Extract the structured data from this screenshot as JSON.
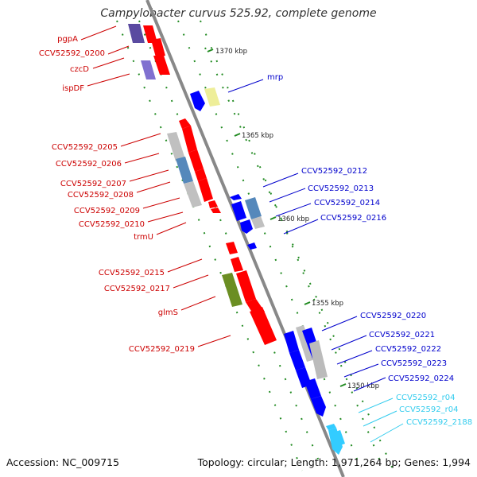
{
  "title": "Campylobacter curvus 525.92, complete genome",
  "footer": {
    "accession": "Accession: NC_009715",
    "summary": "Topology: circular; Length: 1,971,264 bp; Genes: 1,994"
  },
  "colors": {
    "backbone": "#888888",
    "minus_strand_gene": "#ff0000",
    "plus_strand_gene": "#0000ff",
    "rna": "#33ccff",
    "left_label": "#cc0000",
    "right_label": "#0000cc",
    "rna_label": "#33ccee",
    "tick": "#228b22"
  },
  "ruler": {
    "ticks": [
      "1370 kbp",
      "1365 kbp",
      "1360 kbp",
      "1355 kbp",
      "1350 kbp"
    ]
  },
  "left_labels": [
    "pgpA",
    "CCV52592_0200",
    "czcD",
    "ispDF",
    "CCV52592_0205",
    "CCV52592_0206",
    "CCV52592_0207",
    "CCV52592_0208",
    "CCV52592_0209",
    "CCV52592_0210",
    "trmU",
    "CCV52592_0215",
    "CCV52592_0217",
    "glmS",
    "CCV52592_0219"
  ],
  "right_labels": [
    "mrp",
    "CCV52592_0212",
    "CCV52592_0213",
    "CCV52592_0214",
    "CCV52592_0216",
    "CCV52592_0220",
    "CCV52592_0221",
    "CCV52592_0222",
    "CCV52592_0223",
    "CCV52592_0224"
  ],
  "rna_labels": [
    "CCV52592_r04",
    "CCV52592_r04",
    "CCV52592_2188"
  ]
}
